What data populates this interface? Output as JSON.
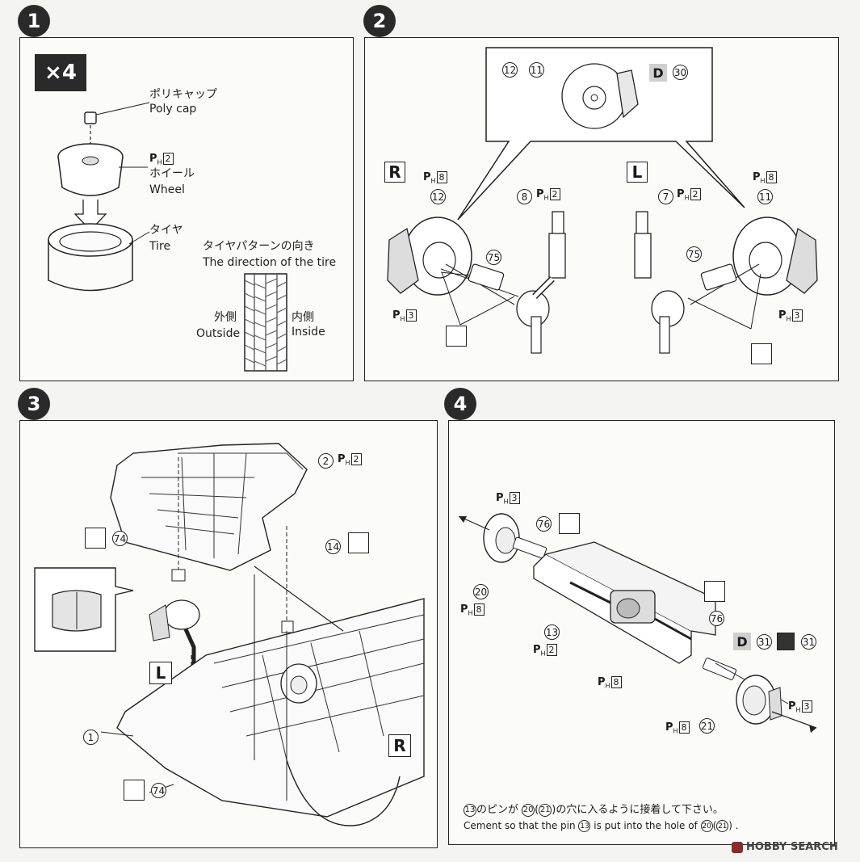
{
  "steps": [
    "1",
    "2",
    "3",
    "4"
  ],
  "step1": {
    "multiplier": "×4",
    "polycap_jp": "ポリキャップ",
    "polycap_en": "Poly cap",
    "ph": "P",
    "ph_sub": "H",
    "ph_num": "2",
    "wheel_jp": "ホイール",
    "wheel_en": "Wheel",
    "tire_jp": "タイヤ",
    "tire_en": "Tire",
    "direction_jp": "タイヤパターンの向き",
    "direction_en": "The direction of the tire",
    "outside_jp": "外側",
    "outside_en": "Outside",
    "inside_jp": "内側",
    "inside_en": "Inside"
  },
  "step2": {
    "detail_part_a": "12",
    "detail_part_b": "11",
    "detail_d": "D",
    "detail_d_num": "30",
    "r_label": "R",
    "l_label": "L",
    "r_ph_top": "8",
    "r_part_top": "12",
    "r_pin_part": "8",
    "r_pin_ph": "2",
    "r_part_75": "75",
    "r_ph_bottom": "3",
    "l_ph_top": "8",
    "l_part_top": "11",
    "l_pin_part": "7",
    "l_pin_ph": "2",
    "l_part_75": "75",
    "l_ph_bottom": "3"
  },
  "step3": {
    "part_2": "2",
    "ph_2": "2",
    "part_74a": "74",
    "part_14": "14",
    "part_1": "1",
    "part_74b": "74",
    "l_label": "L",
    "r_label": "R"
  },
  "step4": {
    "ph_3a": "3",
    "part_76a": "76",
    "part_20": "20",
    "ph_8a": "8",
    "part_13": "13",
    "ph_2": "2",
    "ph_8b": "8",
    "part_76b": "76",
    "d_label": "D",
    "part_31a": "31",
    "part_31b": "31",
    "ph_3b": "3",
    "ph_8c": "8",
    "part_21": "21",
    "note_jp_a": "のピンが",
    "note_jp_b": "の穴に入るように接着して下さい。",
    "note_en_a": "Cement so that the pin",
    "note_en_b": "is put into the hole of",
    "n13": "13",
    "n20": "20",
    "n21": "21"
  },
  "watermark": "HOBBY SEARCH"
}
